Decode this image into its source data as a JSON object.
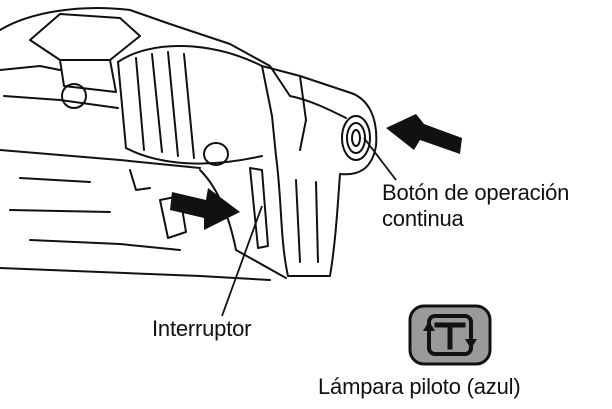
{
  "labels": {
    "continuous_button_line1": "Botón de operación",
    "continuous_button_line2": "continua",
    "switch": "Interruptor",
    "pilot_lamp": "Lámpara piloto (azul)"
  },
  "icons": {
    "pilot_lamp_symbol": "continuous-mode-lamp-icon",
    "pointer_arrows": "black-arrow-icon"
  },
  "colors": {
    "line": "#111111",
    "arrow": "#111111",
    "lamp_fill": "#9a9a9a",
    "background": "#ffffff"
  }
}
